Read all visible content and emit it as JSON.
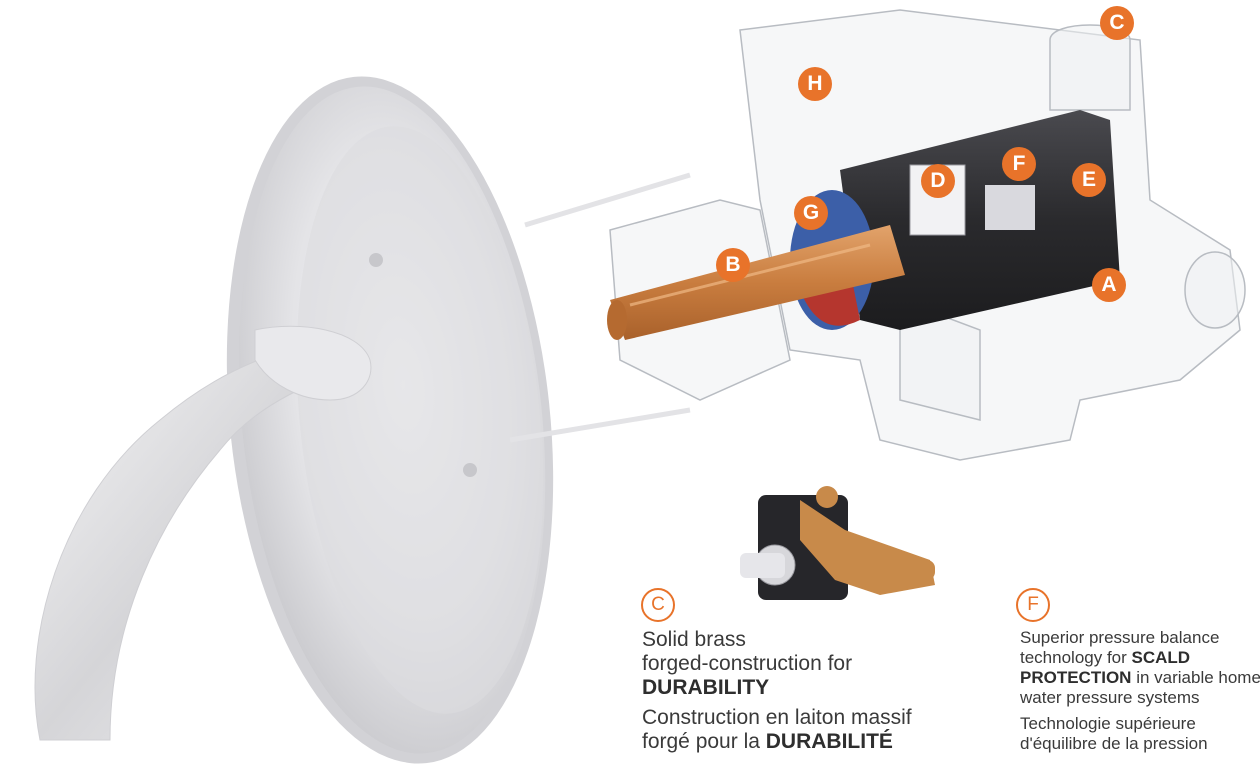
{
  "markers": {
    "A": "A",
    "B": "B",
    "C": "C",
    "D": "D",
    "E": "E",
    "F": "F",
    "G": "G",
    "H": "H"
  },
  "callouts": {
    "c": {
      "letter": "C",
      "en_line1": "Solid brass",
      "en_line2": "forged-construction for",
      "en_emph": "DURABILITY",
      "fr_line1": "Construction en laiton massif",
      "fr_line2": "forgé pour la",
      "fr_emph": "DURABILITÉ"
    },
    "f": {
      "letter": "F",
      "en_pre": "Superior pressure balance technology for",
      "en_emph": "SCALD PROTECTION",
      "en_post": "in variable home water pressure systems",
      "fr_line1": "Technologie supérieure",
      "fr_line2": "d'équilibre de la pression"
    }
  },
  "colors": {
    "accent": "#E8732A",
    "brass": "#D08A4E",
    "cartridge": "#2B2B2E",
    "chrome": "#E6E6E8",
    "body_text": "#3A3A3A"
  }
}
